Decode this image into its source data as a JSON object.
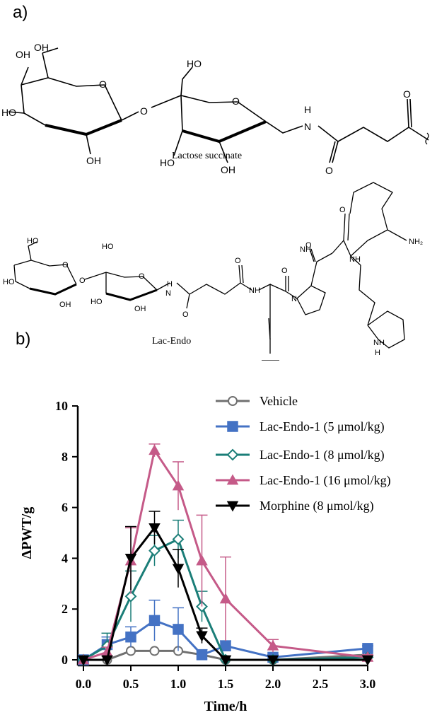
{
  "panels": {
    "a": "a)",
    "b": "b)"
  },
  "structures": {
    "top_caption": "Lactose succinate",
    "bottom_caption": "Lac-Endo",
    "atoms": {
      "OH": "OH",
      "HO": "HO",
      "O": "O",
      "H": "H",
      "N": "N",
      "NH": "NH",
      "NH2": "NH₂"
    }
  },
  "chart_data": {
    "type": "line",
    "xlabel": "Time/h",
    "ylabel": "ΔPWT/g",
    "xlim": [
      0,
      3
    ],
    "ylim": [
      0,
      10
    ],
    "xticks": [
      "0.0",
      "0.5",
      "1.0",
      "1.5",
      "2.0",
      "2.5",
      "3.0"
    ],
    "yticks": [
      "0",
      "2",
      "4",
      "6",
      "8",
      "10"
    ],
    "x": [
      0,
      0.25,
      0.5,
      0.75,
      1.0,
      1.25,
      1.5,
      2.0,
      3.0
    ],
    "grid": false,
    "legend_position": "top-right",
    "series": [
      {
        "name": "Vehicle",
        "color": "#707070",
        "marker": "circle-open",
        "values": [
          0,
          0,
          0.35,
          0.35,
          0.35,
          0.2,
          0,
          0,
          0.2
        ],
        "errors": [
          0,
          0,
          0,
          0,
          0,
          0,
          0,
          0,
          0
        ]
      },
      {
        "name": "Lac-Endo-1 (5 μmol/kg)",
        "color": "#4472c4",
        "marker": "square",
        "values": [
          0,
          0.6,
          0.9,
          1.55,
          1.2,
          0.2,
          0.55,
          0.1,
          0.45
        ],
        "errors": [
          0,
          0.3,
          0.4,
          0.8,
          0.85,
          0.2,
          0.2,
          0.1,
          0.1
        ]
      },
      {
        "name": "Lac-Endo-1 (8 μmol/kg)",
        "color": "#1b7e78",
        "marker": "diamond-open",
        "values": [
          0,
          0.55,
          2.5,
          4.3,
          4.75,
          2.1,
          0,
          0,
          0.1
        ],
        "errors": [
          0,
          0.5,
          1.0,
          0.6,
          0.75,
          0.6,
          0,
          0,
          0
        ]
      },
      {
        "name": "Lac-Endo-1 (16 μmol/kg)",
        "color": "#c55a88",
        "marker": "triangle-up",
        "values": [
          0,
          0.3,
          3.9,
          8.25,
          6.85,
          3.9,
          2.4,
          0.55,
          0.1
        ],
        "errors": [
          0,
          0.2,
          1.3,
          0.25,
          0.95,
          1.8,
          1.65,
          0.25,
          0.1
        ]
      },
      {
        "name": "Morphine (8 μmol/kg)",
        "color": "#000000",
        "marker": "triangle-down",
        "values": [
          0,
          0,
          4.0,
          5.2,
          3.6,
          0.95,
          0,
          0,
          0
        ],
        "errors": [
          0,
          0,
          1.25,
          0.65,
          0.75,
          0.3,
          0,
          0,
          0
        ]
      }
    ]
  }
}
